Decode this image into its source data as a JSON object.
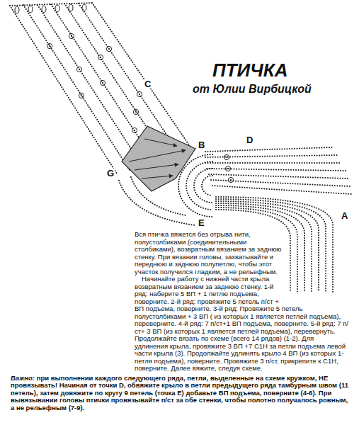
{
  "diagram": {
    "title": "ПТИЧКА",
    "labels": [
      "от Юлии Вирбицкой",
      "C",
      "B",
      "D",
      "G",
      "E",
      "A",
      "Вся птичка вяжется без отрыва нити, полустолбиками (соединительными столбиками), возвратным вязанием за заднюю стенку. При вязании головы, захватывайте и переднюю и заднюю полупетлю, чтобы этот участок получился гладким, а не рельефным.",
      "Начинайте работу с нижней части крыла возвратным вязанием за заднюю стенку. 1-й ряд: наберите 5 ВП + 1 петлю подъема, поверните. 2-й ряд: провяжите 5 петель п/ст + ВП подъема, поверните. 3-й ряд: Провяжите 5 петель полустолбиками + 3 ВП ( из которых 1 является петлей подъема), переверните. 4-й ряд: 7 п/ст+1 ВП подъема, поверните. 5-й ряд: 7 п/ст+ 3 ВП (из которых 1 является петлей подъема), перевернуть. Продолжайте вязать по схеме (всего 14 рядов) (1-2). Для удлинения крыла, провяжите 3 ВП +7 С1Н за петли подъема левой части крыла (3). Продолжайте удлинять крыло 4 ВП (из которых 1-петля подъема), поверните. Провяжите 3 п/ст, прикрепите к С1Н, поверните. Далее вяжите, следуя схеме.",
      "Важно:",
      "при выполнении каждого следующего ряда, петли, выделенные на схеме кружком, НЕ провязывать! Начиная от точки D, обвяжите крыло в петли предыдущего ряда тамбурным швом (11 петель), затем довяжите по кругу 9 петель (точка E) добавьте ВП подъема, поверните (4-6). При вывязывании головы птички провязывайте п/ст за обе стенки, чтобы полотно получалось ровным, а не рельефным (7-9)."
    ]
  }
}
